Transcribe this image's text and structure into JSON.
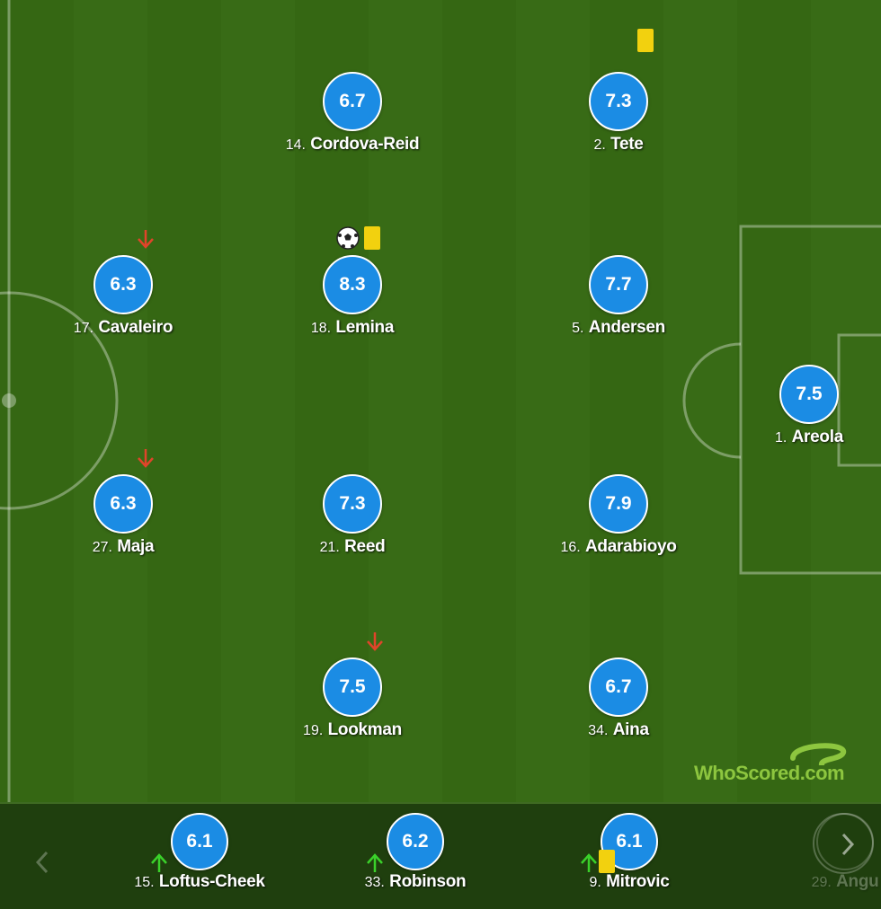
{
  "brand": {
    "text": "WhoScored.com"
  },
  "starters": [
    {
      "number": "14.",
      "name": "Cordova-Reid",
      "rating": "6.7",
      "events": []
    },
    {
      "number": "2.",
      "name": "Tete",
      "rating": "7.3",
      "events": [
        "yellow-card"
      ]
    },
    {
      "number": "17.",
      "name": "Cavaleiro",
      "rating": "6.3",
      "events": [
        "substituted-off"
      ]
    },
    {
      "number": "18.",
      "name": "Lemina",
      "rating": "8.3",
      "events": [
        "goal",
        "yellow-card"
      ]
    },
    {
      "number": "5.",
      "name": "Andersen",
      "rating": "7.7",
      "events": []
    },
    {
      "number": "1.",
      "name": "Areola",
      "rating": "7.5",
      "events": []
    },
    {
      "number": "27.",
      "name": "Maja",
      "rating": "6.3",
      "events": [
        "substituted-off"
      ]
    },
    {
      "number": "21.",
      "name": "Reed",
      "rating": "7.3",
      "events": []
    },
    {
      "number": "16.",
      "name": "Adarabioyo",
      "rating": "7.9",
      "events": []
    },
    {
      "number": "19.",
      "name": "Lookman",
      "rating": "7.5",
      "events": [
        "substituted-off"
      ]
    },
    {
      "number": "34.",
      "name": "Aina",
      "rating": "6.7",
      "events": []
    }
  ],
  "substitutes": [
    {
      "number": "15.",
      "name": "Loftus-Cheek",
      "rating": "6.1",
      "events": [
        "substituted-on"
      ]
    },
    {
      "number": "33.",
      "name": "Robinson",
      "rating": "6.2",
      "events": [
        "substituted-on"
      ]
    },
    {
      "number": "9.",
      "name": "Mitrovic",
      "rating": "6.1",
      "events": [
        "substituted-on",
        "yellow-card"
      ]
    },
    {
      "number": "29.",
      "name": "Angu",
      "rating": "",
      "events": []
    }
  ],
  "colors": {
    "rating_bubble": "#1b8ce4",
    "pitch_dark": "#356713",
    "pitch_light": "#386b16",
    "sub_off_arrow": "#e0442a",
    "sub_on_arrow": "#3ad12a",
    "yellow_card": "#f2d10f",
    "brand": "#8dc63f"
  },
  "icons": {
    "prev": "chevron-left-icon",
    "next": "chevron-right-icon",
    "goal": "football-icon",
    "yellow_card": "yellow-card-icon",
    "substituted_off": "arrow-down-icon",
    "substituted_on": "arrow-up-icon"
  }
}
